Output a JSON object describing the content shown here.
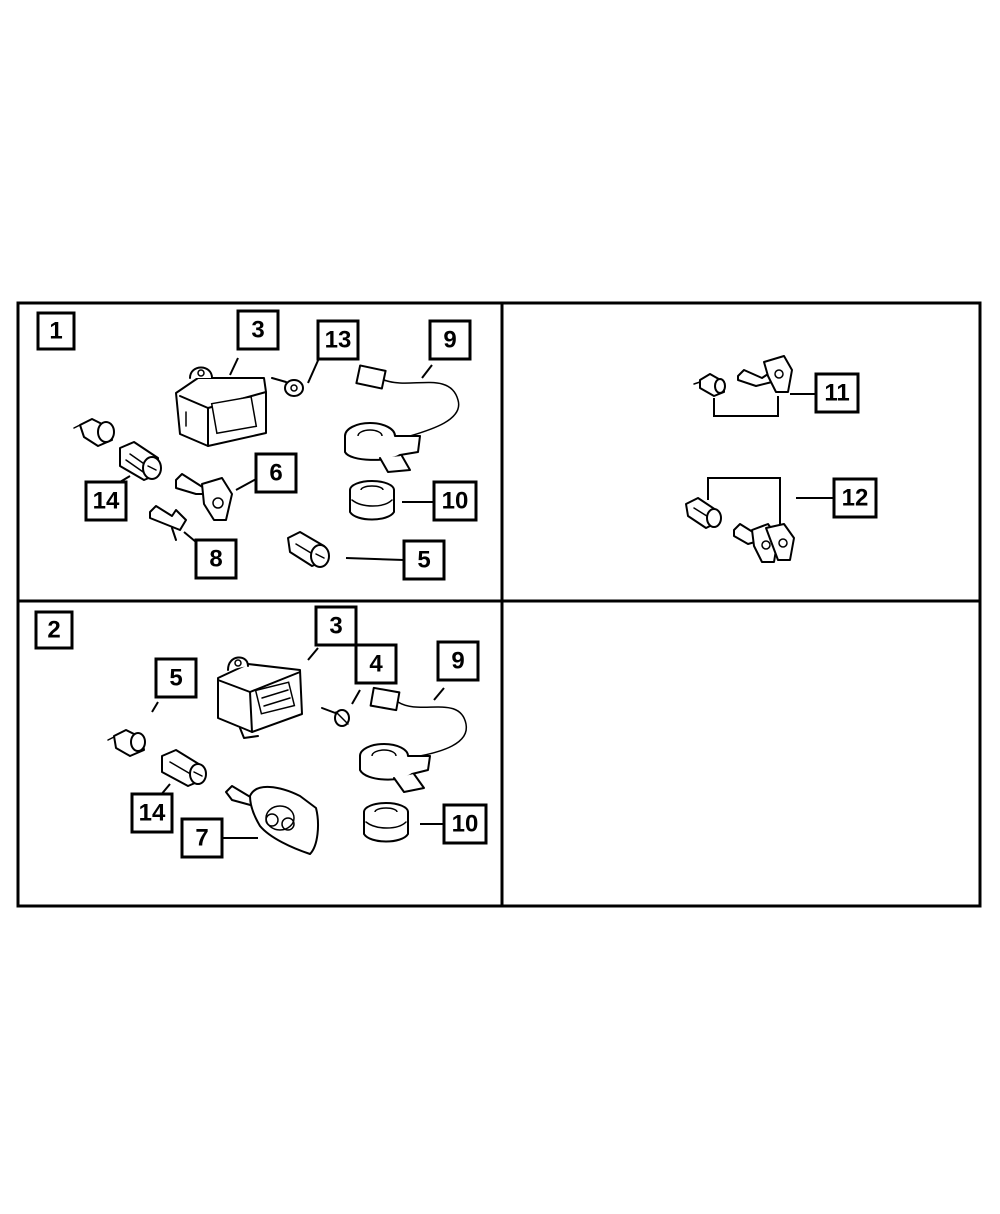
{
  "panels": {
    "panel_1": {
      "label": "1",
      "callouts": [
        "3",
        "13",
        "9",
        "14",
        "6",
        "10",
        "8",
        "5"
      ]
    },
    "panel_2": {
      "label": "2",
      "callouts": [
        "3",
        "5",
        "4",
        "9",
        "14",
        "7",
        "10"
      ]
    },
    "panel_3": {
      "callouts": [
        "11",
        "12"
      ]
    }
  }
}
